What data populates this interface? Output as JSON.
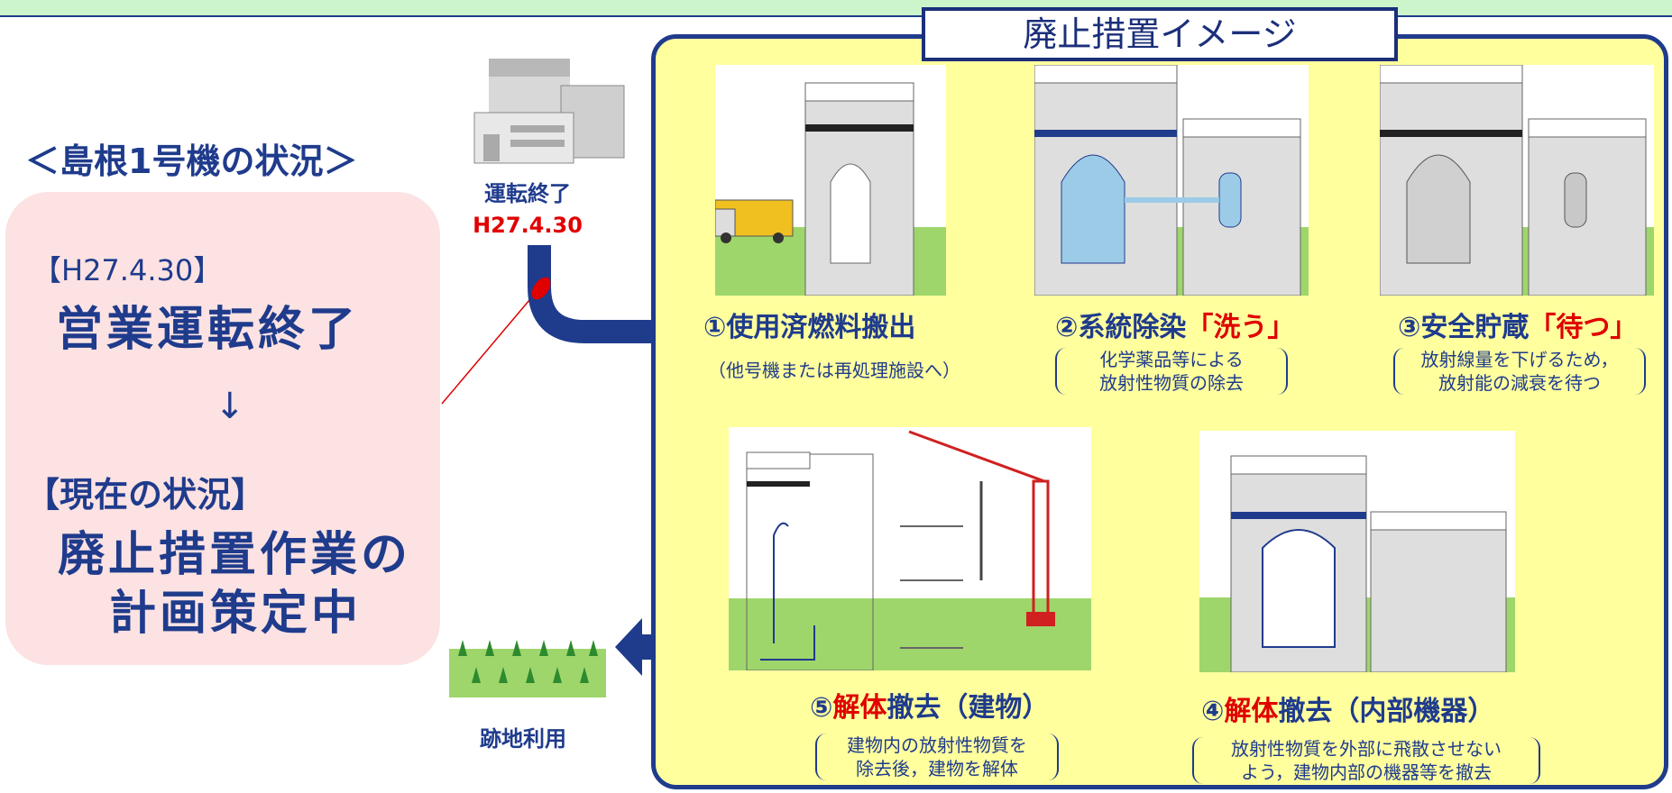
{
  "status": {
    "heading": "＜島根1号機の状況＞",
    "first_label": "【H27.4.30】",
    "first_value": "営業運転終了",
    "arrow": "↓",
    "current_label": "【現在の状況】",
    "current_line1": "廃止措置作業の",
    "current_line2": "計画策定中"
  },
  "operation": {
    "end_label": "運転終了",
    "end_date": "H27.4.30"
  },
  "site_use_label": "跡地利用",
  "panel": {
    "title": "廃止措置イメージ"
  },
  "steps": [
    {
      "prefix": "①使用済燃料搬出",
      "red": "",
      "suffix": "",
      "note": [
        "（他号機または再処理施設へ）"
      ]
    },
    {
      "prefix": "②系統除染",
      "red": "「洗う」",
      "suffix": "",
      "note": [
        "化学薬品等による",
        "放射性物質の除去"
      ]
    },
    {
      "prefix": "③安全貯蔵",
      "red": "「待つ」",
      "suffix": "",
      "note": [
        "放射線量を下げるため，",
        "放射能の減衰を待つ"
      ]
    },
    {
      "prefix": "④",
      "red": "解体",
      "suffix": "撤去（内部機器）",
      "note": [
        "放射性物質を外部に飛散させない",
        "よう，建物内部の機器等を撤去"
      ]
    },
    {
      "prefix": "⑤",
      "red": "解体",
      "suffix": "撤去（建物）",
      "note": [
        "建物内の放射性物質を",
        "除去後，建物を解体"
      ]
    }
  ],
  "colors": {
    "navy": "#1f3b8c",
    "red": "#e00000",
    "panel_bg": "#ffff9e",
    "status_bg": "#fce2e2",
    "ground": "#9ed66b",
    "contaminated": "#9ccbe8"
  }
}
